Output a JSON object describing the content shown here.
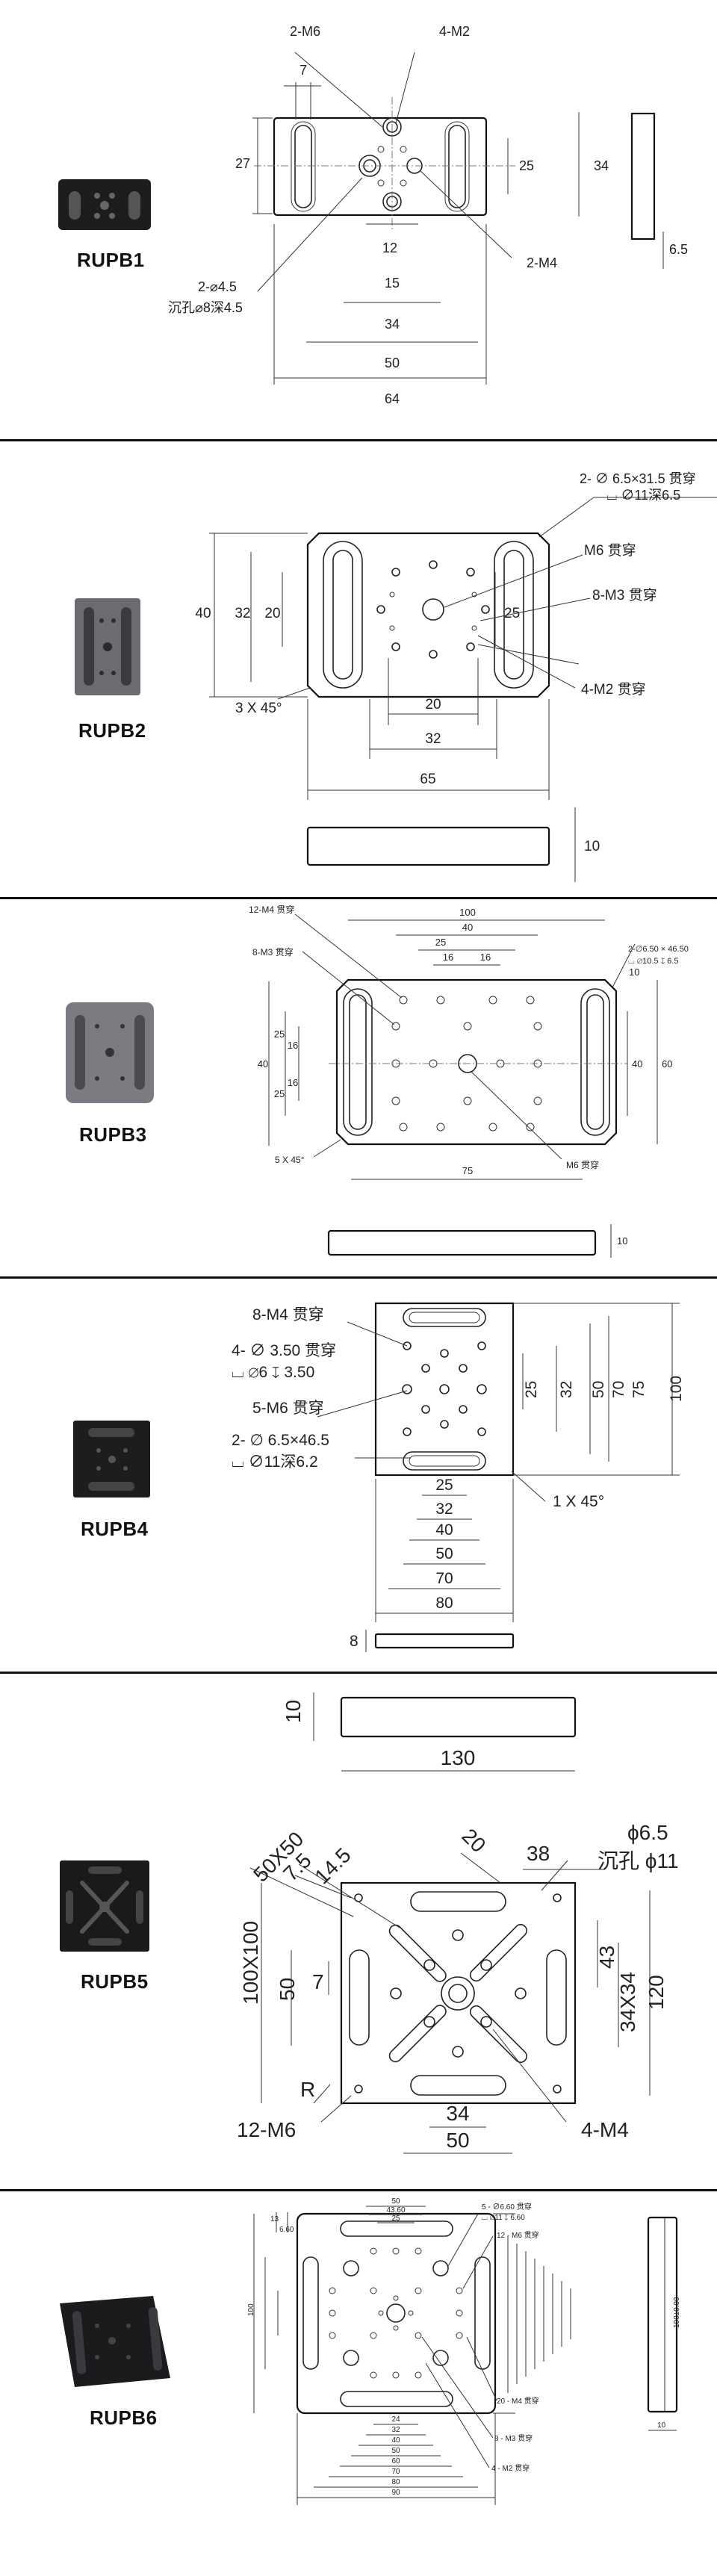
{
  "products": [
    {
      "model": "RUPB1",
      "dims": {
        "d7": "7",
        "d27": "27",
        "d12": "12",
        "d15": "15",
        "d34": "34",
        "d50": "50",
        "d64": "64",
        "d25": "25",
        "d34v": "34",
        "d65": "6.5",
        "c_m6": "2-M6",
        "c_m2": "4-M2",
        "c_m4": "2-M4",
        "c_hole1": "2-⌀4.5",
        "c_hole2": "沉孔⌀8深4.5"
      }
    },
    {
      "model": "RUPB2",
      "dims": {
        "c_slot1": "2- ∅ 6.5×31.5 贯穿",
        "c_slot2": "⌴ ∅11深6.5",
        "c_m6": "M6 贯穿",
        "c_m3": "8-M3 贯穿",
        "c_m2": "4-M2 贯穿",
        "c_chamfer": "3 X 45°",
        "d40": "40",
        "d32": "32",
        "d20": "20",
        "d25": "25",
        "d20b": "20",
        "d32b": "32",
        "d65": "65",
        "d10": "10"
      }
    },
    {
      "model": "RUPB3",
      "dims": {
        "c_m4": "12-M4 贯穿",
        "c_m3": "8-M3 贯穿",
        "c_slot1": "2-∅6.50 × 46.50",
        "c_slot2": "⌴ ∅10.5 ↧ 6.5",
        "c_m6": "M6 贯穿",
        "c_chamfer": "5 X 45°",
        "d100": "100",
        "d40": "40",
        "d25": "25",
        "d16": "16",
        "d16b": "16",
        "d10": "10",
        "d40v": "40",
        "d25v": "25",
        "d16v": "16",
        "d25vb": "25",
        "d16vb": "16",
        "d40r": "40",
        "d60": "60",
        "d75": "75",
        "d10b": "10"
      }
    },
    {
      "model": "RUPB4",
      "dims": {
        "c_m4": "8-M4 贯穿",
        "c_h1": "4- ∅ 3.50 贯穿",
        "c_h2": "⌴ ∅6 ↧ 3.50",
        "c_m6": "5-M6 贯穿",
        "c_s1": "2- ∅ 6.5×46.5",
        "c_s2": "⌴ ∅11深6.2",
        "c_chamfer": "1 X 45°",
        "d25": "25",
        "d32": "32",
        "d50": "50",
        "d70": "70",
        "d75": "75",
        "d100": "100",
        "h25": "25",
        "h32": "32",
        "h40": "40",
        "h50": "50",
        "h70": "70",
        "h80": "80",
        "h8": "8"
      }
    },
    {
      "model": "RUPB5",
      "dims": {
        "d10": "10",
        "d130": "130",
        "d50x50": "50X50",
        "d75": "7.5",
        "d145": "14.5",
        "d20": "20",
        "d38": "38",
        "c_h1": "ϕ6.5",
        "c_h2": "沉孔 ϕ11",
        "d100x100": "100X100",
        "d50": "50",
        "d7": "7",
        "d43": "43",
        "d34x34": "34X34",
        "d120": "120",
        "dR": "R",
        "c_m6": "12-M6",
        "c_m4": "4-M4",
        "d34": "34",
        "d50b": "50"
      }
    },
    {
      "model": "RUPB6",
      "dims": {
        "c_h1": "5 - ∅6.60 贯穿",
        "c_h2": "⌴ ∅11 ↧ 6.60",
        "c_m6": "12 - M6 贯穿",
        "c_m4": "20 - M4 贯穿",
        "c_m3": "8 - M3 贯穿",
        "c_m2": "4 - M2 贯穿",
        "t50": "50",
        "t43": "43.60",
        "t25": "25",
        "t13": "13",
        "t6": "6.60",
        "b24": "24",
        "b32": "32",
        "b40": "40",
        "b50": "50",
        "b60": "60",
        "b70": "70",
        "b80": "80",
        "b90": "90",
        "l100": "100",
        "r10": "10",
        "r100": "100±0.00"
      }
    }
  ]
}
